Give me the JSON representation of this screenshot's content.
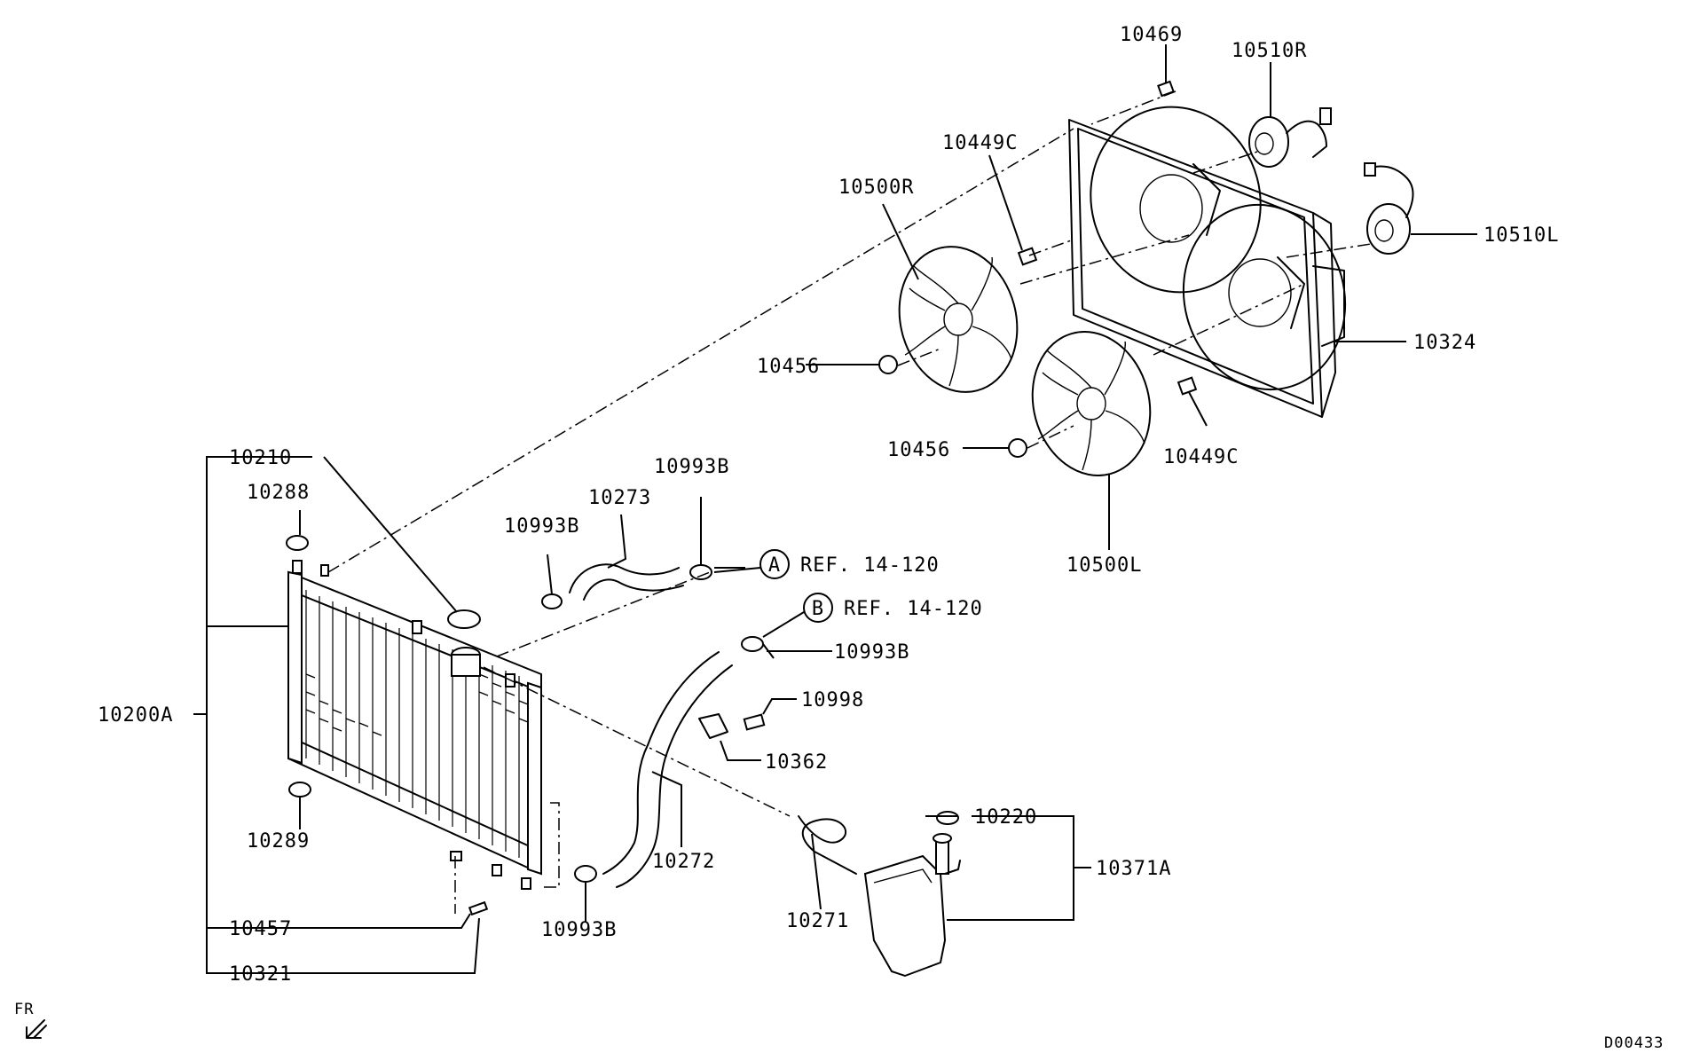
{
  "diagram": {
    "parts": {
      "p10469": "10469",
      "p10510R": "10510R",
      "p10449C_top": "10449C",
      "p10500R": "10500R",
      "p10510L": "10510L",
      "p10324": "10324",
      "p10456_top": "10456",
      "p10456_bottom": "10456",
      "p10449C_bottom": "10449C",
      "p10500L": "10500L",
      "p10210": "10210",
      "p10288": "10288",
      "p10993B_a": "10993B",
      "p10273": "10273",
      "p10993B_b": "10993B",
      "p10993B_c": "10993B",
      "p10998": "10998",
      "p10362": "10362",
      "p10200A": "10200A",
      "p10289": "10289",
      "p10272": "10272",
      "p10220": "10220",
      "p10371A": "10371A",
      "p10271": "10271",
      "p10993B_d": "10993B",
      "p10457": "10457",
      "p10321": "10321"
    },
    "refs": {
      "a_letter": "A",
      "a_text": "REF. 14-120",
      "b_letter": "B",
      "b_text": "REF. 14-120"
    },
    "direction_label": "FR",
    "diagram_code": "D00433"
  }
}
